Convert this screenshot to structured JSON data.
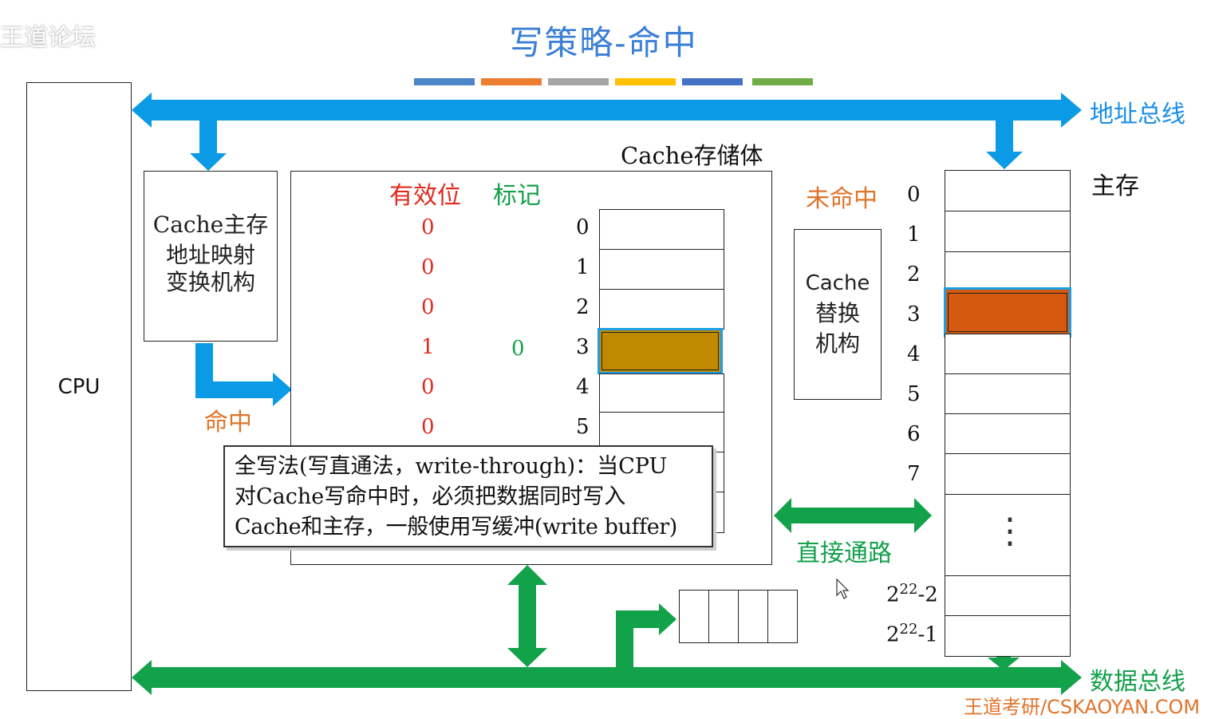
{
  "title": "写策略-命中",
  "watermark": "王道论坛",
  "colors": {
    "bar_strip": [
      "#4a86c8",
      "#ed7d31",
      "#a5a5a5",
      "#ffc000",
      "#4472c4",
      "#70ad47"
    ],
    "address_bus": "#0a9ae6",
    "data_bus": "#11a24a",
    "cache_line_hit": "#c08a00",
    "memory_block_hit": "#d45a10",
    "highlight_border": "#1a9fe8"
  },
  "labels": {
    "address_bus": "地址总线",
    "data_bus": "数据总线",
    "cpu": "CPU",
    "mapping_unit": [
      "Cache主存",
      "地址映射",
      "变换机构"
    ],
    "cache_storage": "Cache存储体",
    "valid_bit_header": "有效位",
    "tag_header": "标记",
    "hit": "命中",
    "miss": "未命中",
    "replace_unit": [
      "Cache",
      "替换",
      "机构"
    ],
    "main_memory": "主存",
    "direct_path": "直接通路",
    "footer": "王道考研/CSKAOYAN.COM"
  },
  "cache": {
    "valid_bits": [
      "0",
      "0",
      "0",
      "1",
      "0",
      "0"
    ],
    "tag_row3": "0",
    "line_numbers": [
      "0",
      "1",
      "2",
      "3",
      "4",
      "5"
    ]
  },
  "memory": {
    "block_numbers": [
      "0",
      "1",
      "2",
      "3",
      "4",
      "5",
      "6",
      "7"
    ],
    "ellipsis": "⋮",
    "last_labels": [
      {
        "base": "2",
        "exp": "22",
        "rest": "-2"
      },
      {
        "base": "2",
        "exp": "22",
        "rest": "-1"
      }
    ]
  },
  "callout": [
    "全写法(写直通法，write-through)：当CPU",
    "对Cache写命中时，必须把数据同时写入",
    "Cache和主存，一般使用写缓冲(write buffer)"
  ]
}
